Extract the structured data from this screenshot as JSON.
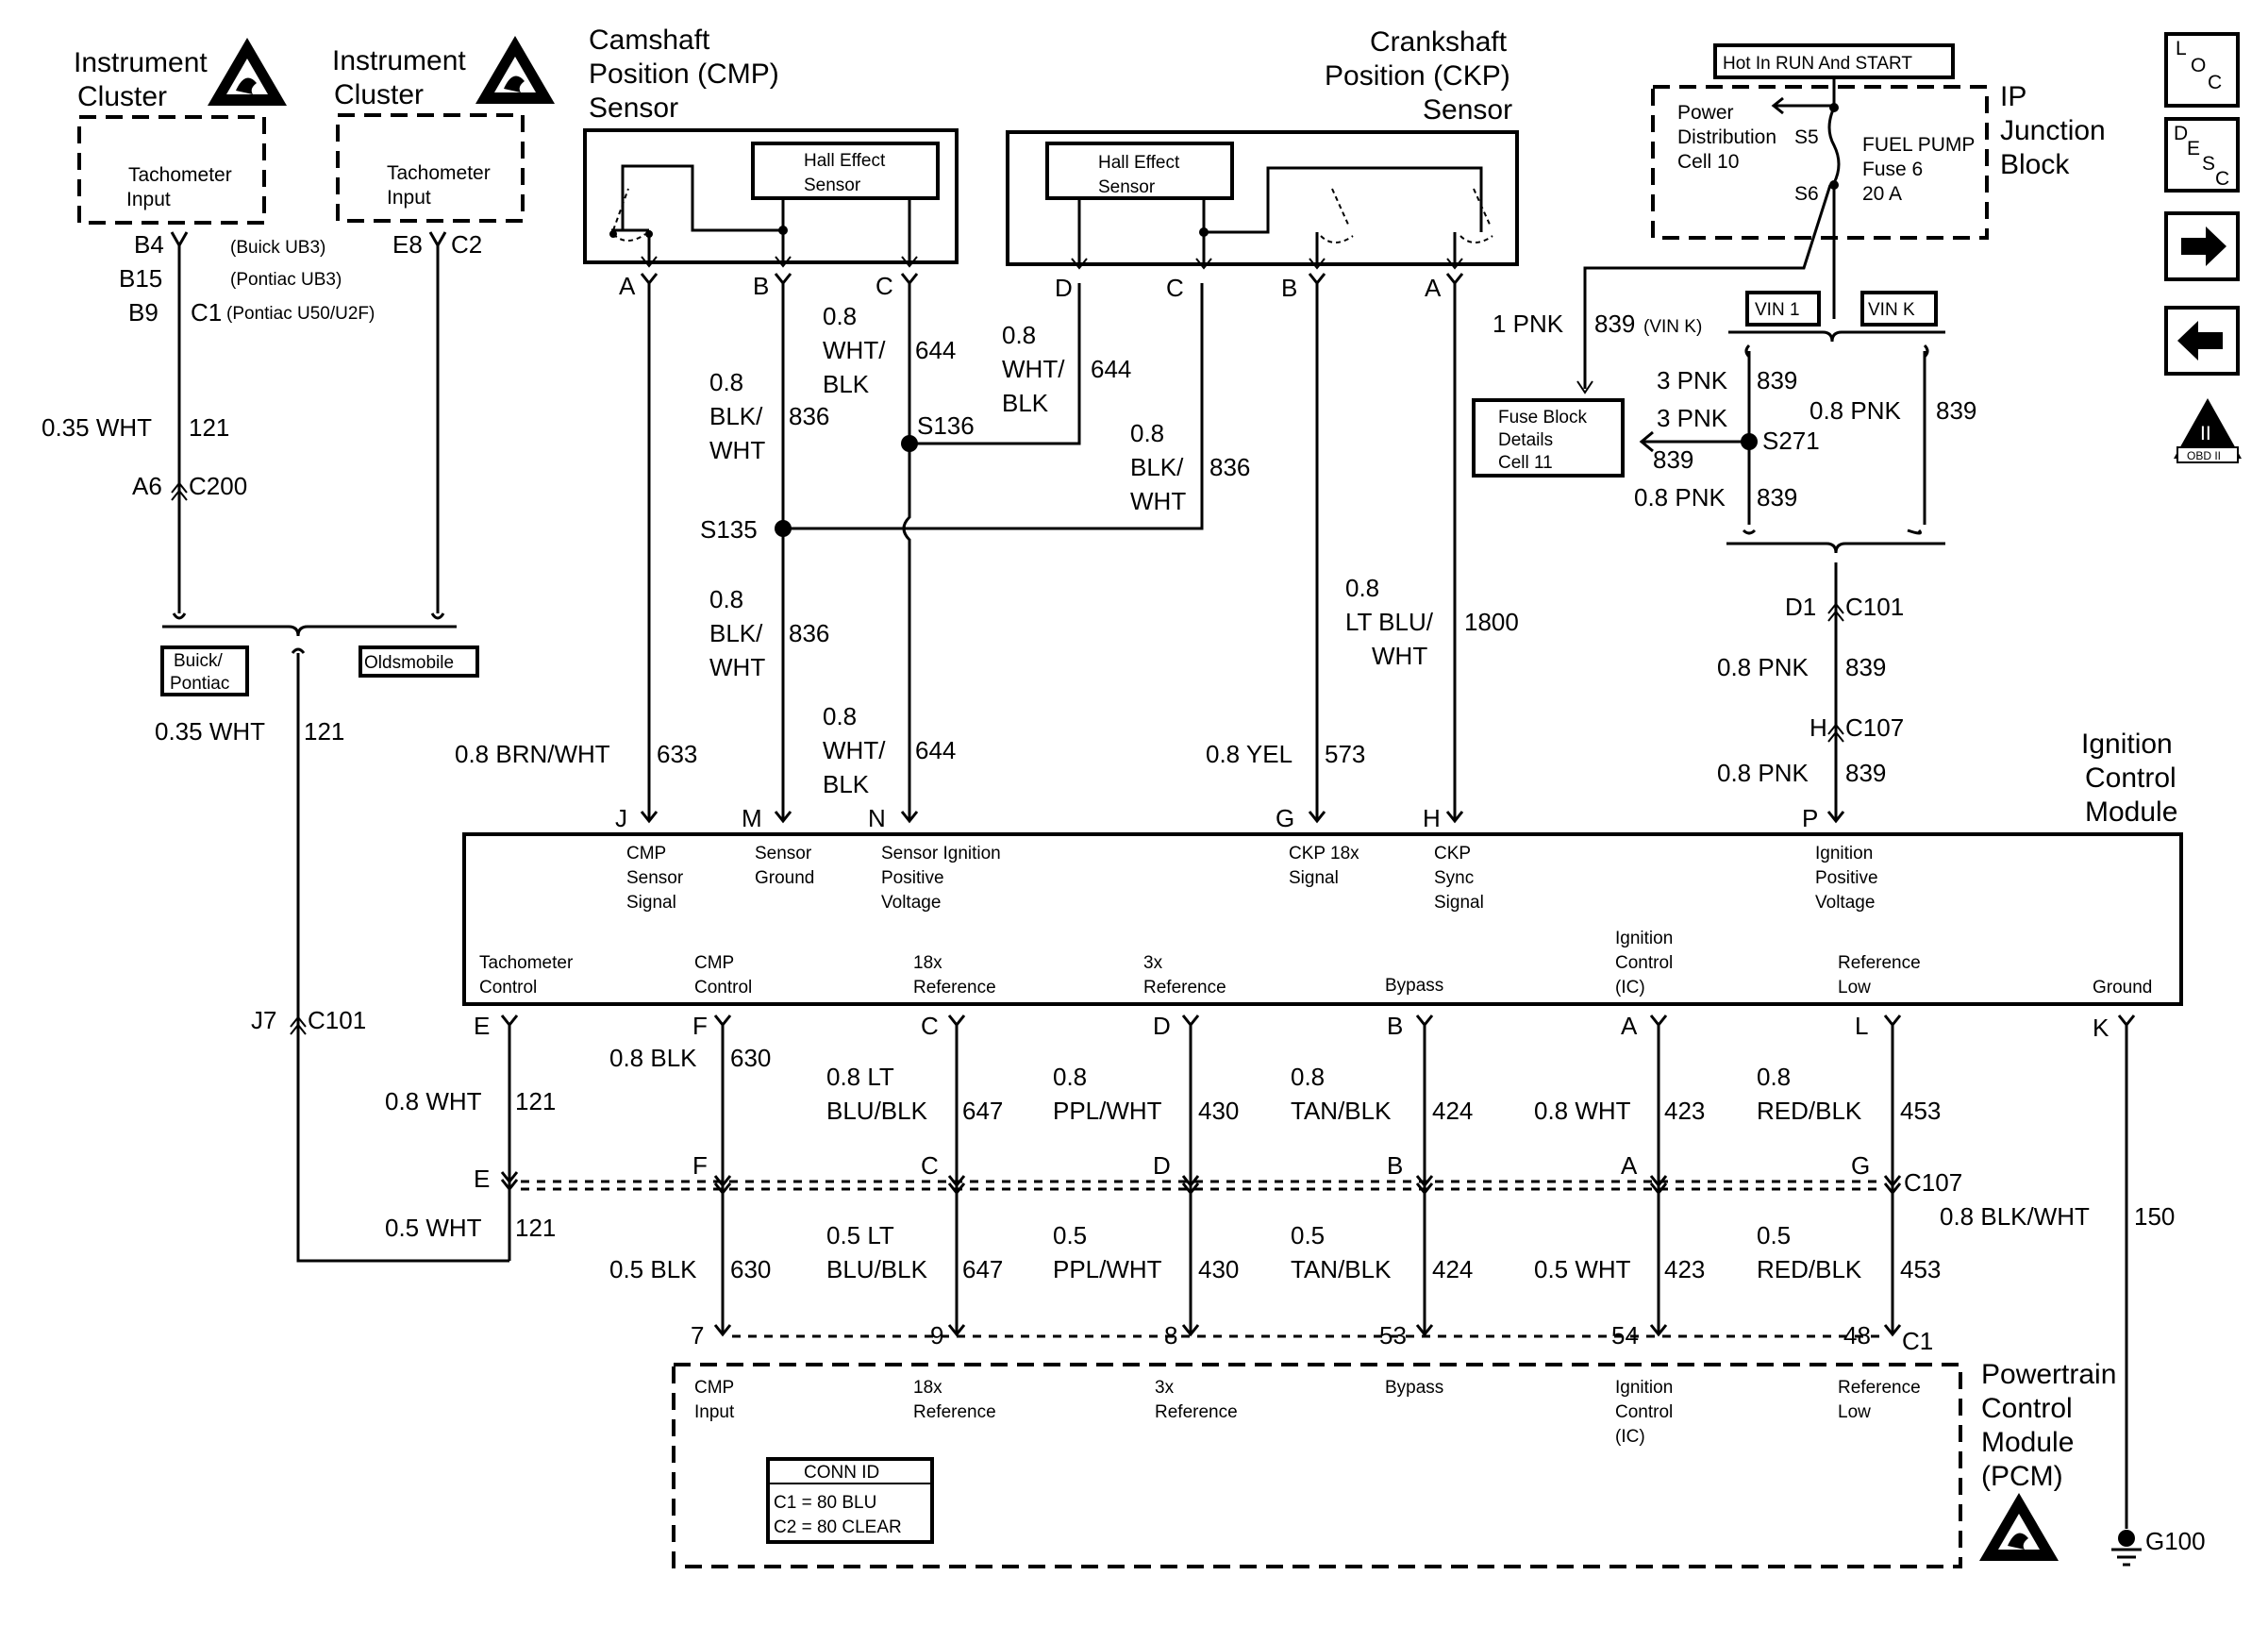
{
  "instrument_cluster_1": {
    "title_line1": "Instrument",
    "title_line2": "Cluster",
    "input_line1": "Tachometer",
    "input_line2": "Input"
  },
  "instrument_cluster_2": {
    "title_line1": "Instrument",
    "title_line2": "Cluster",
    "input_line1": "Tachometer",
    "input_line2": "Input"
  },
  "cluster_pins": {
    "b4": "B4",
    "b4_note": "(Buick UB3)",
    "b15": "B15",
    "b15_note": "(Pontiac UB3)",
    "b9": "B9",
    "c1": "C1",
    "c1_note": "(Pontiac U50/U2F)",
    "e8": "E8",
    "c2": "C2"
  },
  "tach_wire": {
    "gauge_color": "0.35 WHT",
    "circuit": "121",
    "conn_pin": "A6",
    "conn": "C200"
  },
  "variant_tags": {
    "buick_pontiac_line1": "Buick/",
    "buick_pontiac_line2": "Pontiac",
    "oldsmobile": "Oldsmobile"
  },
  "tach_wire2": {
    "gauge_color": "0.35 WHT",
    "circuit": "121",
    "conn_pin": "J7",
    "conn": "C101"
  },
  "cmp_sensor": {
    "title_line1": "Camshaft",
    "title_line2": "Position (CMP)",
    "title_line3": "Sensor",
    "hall_line1": "Hall Effect",
    "hall_line2": "Sensor",
    "pin_a": "A",
    "pin_b": "B",
    "pin_c": "C"
  },
  "ckp_sensor": {
    "title_line1": "Crankshaft",
    "title_line2": "Position (CKP)",
    "title_line3": "Sensor",
    "hall_line1": "Hall Effect",
    "hall_line2": "Sensor",
    "pin_d": "D",
    "pin_c": "C",
    "pin_b": "B",
    "pin_a": "A"
  },
  "wires_top": {
    "cmp_b_gauge1": "0.8",
    "cmp_b_color1": "BLK/",
    "cmp_b_color2": "WHT",
    "cmp_b_circuit": "836",
    "cmp_c_gauge1": "0.8",
    "cmp_c_color1": "WHT/",
    "cmp_c_color2": "BLK",
    "cmp_c_circuit": "644",
    "ckp_d_gauge1": "0.8",
    "ckp_d_color1": "WHT/",
    "ckp_d_color2": "BLK",
    "ckp_d_circuit": "644",
    "ckp_c_gauge1": "0.8",
    "ckp_c_color1": "BLK/",
    "ckp_c_color2": "WHT",
    "ckp_c_circuit": "836",
    "splice_s136": "S136",
    "splice_s135": "S135",
    "m_gauge1": "0.8",
    "m_color1": "BLK/",
    "m_color2": "WHT",
    "m_circuit": "836",
    "n_gauge1": "0.8",
    "n_color1": "WHT/",
    "n_color2": "BLK",
    "n_circuit": "644",
    "j_gauge_color": "0.8 BRN/WHT",
    "j_circuit": "633",
    "g_gauge_color": "0.8 YEL",
    "g_circuit": "573",
    "h_gauge1": "0.8",
    "h_color1": "LT BLU/",
    "h_color2": "WHT",
    "h_circuit": "1800"
  },
  "fuse_area": {
    "hot_label": "Hot In RUN And START",
    "ip_line1": "IP",
    "ip_line2": "Junction",
    "ip_line3": "Block",
    "pd_line1": "Power",
    "pd_line2": "Distribution",
    "pd_line3": "Cell 10",
    "s5": "S5",
    "s6": "S6",
    "fuse_line1": "FUEL PUMP",
    "fuse_line2": "Fuse 6",
    "fuse_line3": "20 A",
    "vin1": "VIN 1",
    "vink": "VIN K",
    "wire_1pnk": "1 PNK",
    "wire_1pnk_circuit": "839",
    "wire_1pnk_note": "(VIN K)",
    "fb_line1": "Fuse Block",
    "fb_line2": "Details",
    "fb_line3": "Cell 11",
    "w3pnk_a": "3 PNK",
    "w3pnk_a_circuit": "839",
    "w3pnk_b": "3 PNK",
    "w3pnk_b_circuit": "839",
    "splice_s271": "S271",
    "w08pnk_c": "0.8 PNK",
    "w08pnk_c_circuit": "839",
    "w08pnk_right": "0.8 PNK",
    "w08pnk_right_circuit": "839",
    "d1": "D1",
    "c101": "C101",
    "w08pnk_d": "0.8 PNK",
    "w08pnk_d_circuit": "839",
    "h": "H",
    "c107": "C107",
    "w08pnk_e": "0.8 PNK",
    "w08pnk_e_circuit": "839"
  },
  "icm": {
    "title_line1": "Ignition",
    "title_line2": "Control",
    "title_line3": "Module",
    "top_pins": {
      "j": "J",
      "m": "M",
      "n": "N",
      "g": "G",
      "h": "H",
      "p": "P"
    },
    "top_labels": {
      "j1": "CMP",
      "j2": "Sensor",
      "j3": "Signal",
      "m1": "Sensor",
      "m2": "Ground",
      "n1": "Sensor Ignition",
      "n2": "Positive",
      "n3": "Voltage",
      "g1": "CKP 18x",
      "g2": "Signal",
      "h1": "CKP",
      "h2": "Sync",
      "h3": "Signal",
      "p1": "Ignition",
      "p2": "Positive",
      "p3": "Voltage"
    },
    "bottom_labels": {
      "e1": "Tachometer",
      "e2": "Control",
      "f1": "CMP",
      "f2": "Control",
      "c1": "18x",
      "c2": "Reference",
      "d1": "3x",
      "d2": "Reference",
      "b1": "Bypass",
      "a1": "Ignition",
      "a2": "Control",
      "a3": "(IC)",
      "l1": "Reference",
      "l2": "Low",
      "k1": "Ground"
    },
    "bottom_pins": {
      "e": "E",
      "f": "F",
      "c": "C",
      "d": "D",
      "b": "B",
      "a": "A",
      "l": "L",
      "k": "K"
    }
  },
  "wires_mid": {
    "e_gc": "0.8 WHT",
    "e_cir": "121",
    "f_gc": "0.8 BLK",
    "f_cir": "630",
    "c_g1": "0.8 LT",
    "c_g2": "BLU/BLK",
    "c_cir": "647",
    "d_g1": "0.8",
    "d_g2": "PPL/WHT",
    "d_cir": "430",
    "b_g1": "0.8",
    "b_g2": "TAN/BLK",
    "b_cir": "424",
    "a_gc": "0.8 WHT",
    "a_cir": "423",
    "l_g1": "0.8",
    "l_g2": "RED/BLK",
    "l_cir": "453",
    "k_gc": "0.8 BLK/WHT",
    "k_cir": "150"
  },
  "c107_conn": {
    "e": "E",
    "f": "F",
    "c": "C",
    "d": "D",
    "b": "B",
    "a": "A",
    "g": "G",
    "name": "C107"
  },
  "wires_low": {
    "e_gc": "0.5 WHT",
    "e_cir": "121",
    "f_gc": "0.5 BLK",
    "f_cir": "630",
    "c_g1": "0.5 LT",
    "c_g2": "BLU/BLK",
    "c_cir": "647",
    "d_g1": "0.5",
    "d_g2": "PPL/WHT",
    "d_cir": "430",
    "b_g1": "0.5",
    "b_g2": "TAN/BLK",
    "b_cir": "424",
    "a_gc": "0.5 WHT",
    "a_cir": "423",
    "l_g1": "0.5",
    "l_g2": "RED/BLK",
    "l_cir": "453"
  },
  "pcm": {
    "pins": {
      "p7": "7",
      "p9": "9",
      "p8": "8",
      "p53": "53",
      "p54": "54",
      "p48": "48",
      "conn": "C1"
    },
    "labels": {
      "f1": "CMP",
      "f2": "Input",
      "c1": "18x",
      "c2": "Reference",
      "d1": "3x",
      "d2": "Reference",
      "b1": "Bypass",
      "a1": "Ignition",
      "a2": "Control",
      "a3": "(IC)",
      "l1": "Reference",
      "l2": "Low"
    },
    "title_line1": "Powertrain",
    "title_line2": "Control",
    "title_line3": "Module",
    "title_line4": "(PCM)",
    "conn_id_title": "CONN ID",
    "conn_id_c1": "C1 = 80 BLU",
    "conn_id_c2": "C2 = 80 CLEAR"
  },
  "ground": "G100",
  "nav": {
    "loc": {
      "l": "L",
      "o": "O",
      "c": "C"
    },
    "desc": {
      "d": "D",
      "e": "E",
      "s": "S",
      "c": "C"
    },
    "obd_num": "II",
    "obd_label": "OBD II"
  },
  "icons": [
    "esd-warning-icon",
    "arrow-right-icon",
    "arrow-left-icon",
    "obd-ii-icon",
    "ground-symbol-icon"
  ]
}
